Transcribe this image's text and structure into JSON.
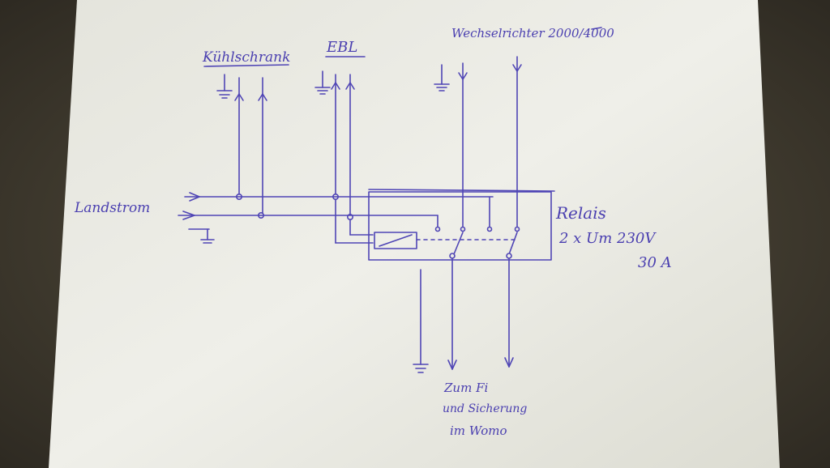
{
  "colors": {
    "ink": "#4f45b5",
    "paper": "#ecece6",
    "desk": "#3b342c"
  },
  "labels": {
    "kuehlschrank": "Kühlschrank",
    "ebl": "EBL",
    "wechselrichter": "Wechselrichter 2000/4000",
    "landstrom": "Landstrom",
    "relais": "Relais",
    "relais_spec1": "2 x Um 230V",
    "relais_spec2": "30 A",
    "zum_fi_line1": "Zum Fi",
    "zum_fi_line2": "und Sicherung",
    "zum_fi_line3": "im Womo"
  }
}
